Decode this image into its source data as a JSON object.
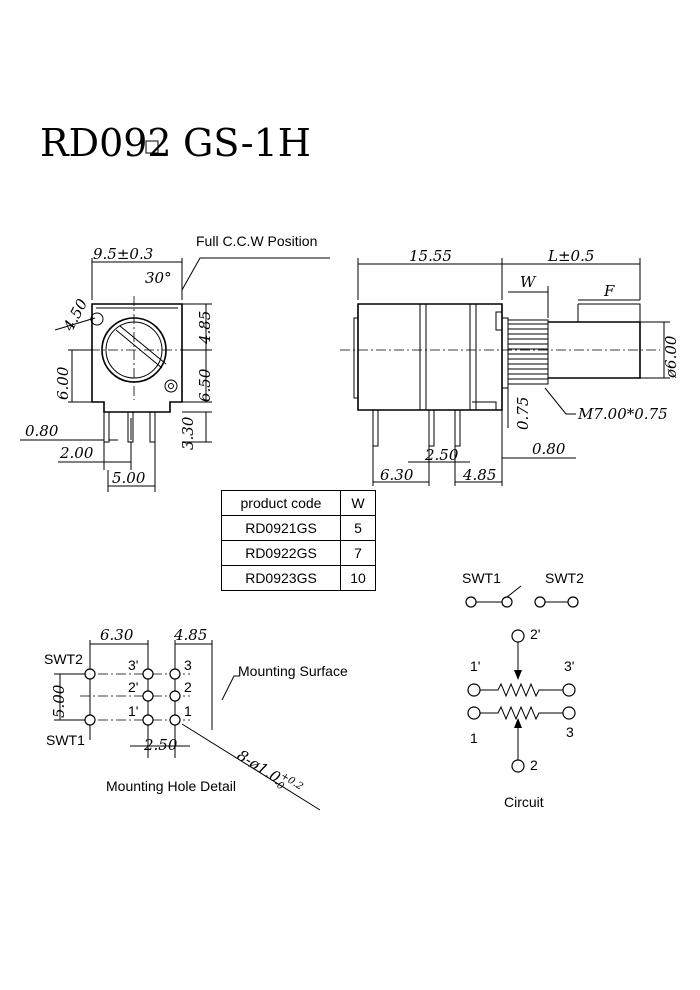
{
  "title": {
    "part": "RD092",
    "suffix": "GS-1H"
  },
  "front_view": {
    "label_ccw": "Full C.C.W Position",
    "dims": {
      "width_top": "9.5±0.3",
      "angle": "30°",
      "d450": "4.50",
      "d485": "4.85",
      "d600": "6.00",
      "d650": "6.50",
      "d330": "3.30",
      "d080": "0.80",
      "d200": "2.00",
      "d500": "5.00"
    }
  },
  "side_view": {
    "dims": {
      "d1555": "15.55",
      "shaft_len": "L±0.5",
      "w": "W",
      "f": "F",
      "dia6": "ø6.00",
      "thread": "M7.00*0.75",
      "d075": "0.75",
      "d080": "0.80",
      "d630": "6.30",
      "d250": "2.50",
      "d485": "4.85"
    }
  },
  "table": {
    "headers": [
      "product code",
      "W"
    ],
    "rows": [
      [
        "RD0921GS",
        "5"
      ],
      [
        "RD0922GS",
        "7"
      ],
      [
        "RD0923GS",
        "10"
      ]
    ]
  },
  "mounting": {
    "labels": {
      "swt2": "SWT2",
      "swt1": "SWT1",
      "surface": "Mounting Surface",
      "detail": "Mounting Hole Detail"
    },
    "pins": [
      "3'",
      "2'",
      "1'",
      "3",
      "2",
      "1"
    ],
    "dims": {
      "d630": "6.30",
      "d485": "4.85",
      "d500": "5.00",
      "d250": "2.50",
      "holes": "8-ø1.0",
      "tol_plus": "+0.2",
      "tol_minus": "-0"
    }
  },
  "circuit": {
    "labels": {
      "swt1": "SWT1",
      "swt2": "SWT2",
      "caption": "Circuit"
    },
    "pins": {
      "p2p": "2'",
      "p1p": "1'",
      "p3p": "3'",
      "p1": "1",
      "p3": "3",
      "p2": "2"
    }
  }
}
